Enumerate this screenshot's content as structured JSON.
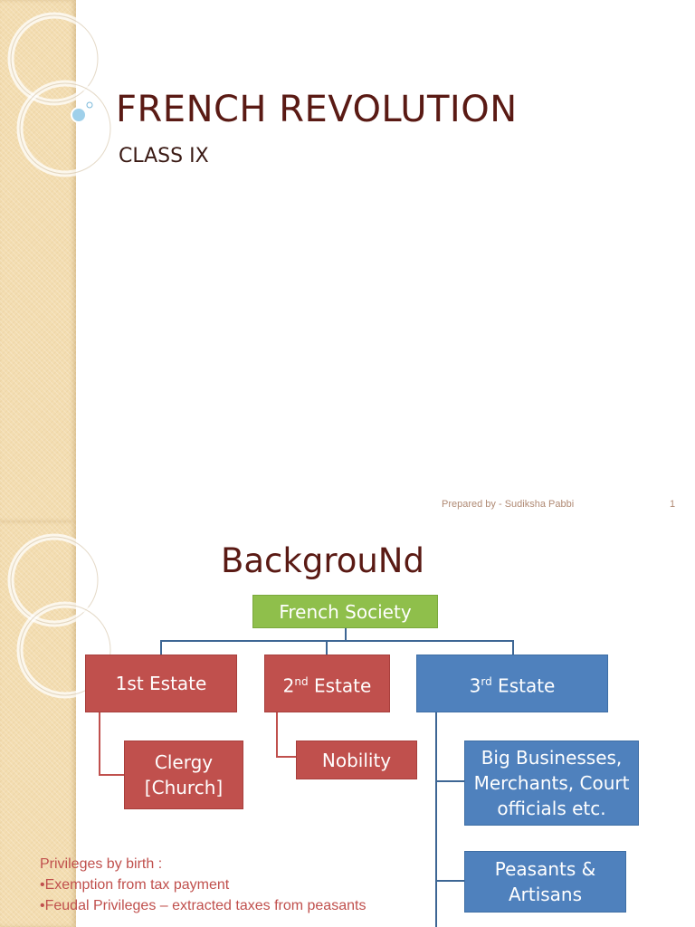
{
  "slide1": {
    "title": "FRENCH REVOLUTION",
    "subtitle": "CLASS IX",
    "footer_author": "Prepared by - Sudiksha Pabbi",
    "page_number": "1"
  },
  "slide2": {
    "title": "BackgrouNd",
    "root": "French Society",
    "estate1": {
      "base": "1st Estate",
      "sup": ""
    },
    "estate2": {
      "base": "2",
      "sup": "nd",
      "rest": " Estate"
    },
    "estate3": {
      "base": "3",
      "sup": "rd",
      "rest": " Estate"
    },
    "clergy": [
      "Clergy",
      "[Church]"
    ],
    "nobility": "Nobility",
    "third_children": [
      [
        "Big Businesses,",
        "Merchants, Court",
        "officials etc."
      ],
      [
        "Peasants &",
        "Artisans"
      ]
    ],
    "privileges": {
      "heading": "Privileges by birth :",
      "items": [
        "•Exemption from tax payment",
        "•Feudal Privileges – extracted taxes from peasants"
      ]
    }
  },
  "colors": {
    "title": "#5a1a14",
    "estate_red": "#c0504d",
    "estate_blue": "#4f81bd",
    "root_green": "#8fbf4b",
    "sidebar": "#f3ddb1"
  }
}
